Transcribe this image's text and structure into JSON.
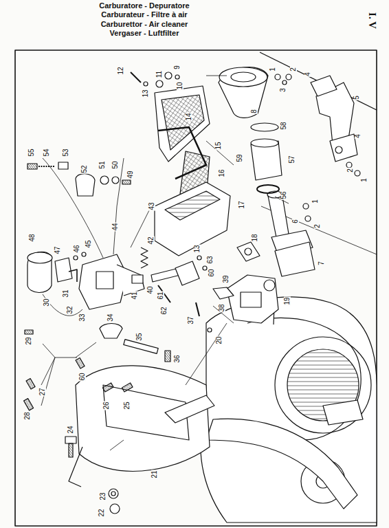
{
  "diagram": {
    "title": "Carburatore - Depuratore",
    "labels": [
      "Carburateur - Filtre à air",
      "Carburettor - Air cleaner",
      "Vergaser - Luftfilter",
      "I. V",
      "12",
      "9",
      "11",
      "10",
      "13",
      "8",
      "1",
      "2",
      "3",
      "4",
      "5",
      "4",
      "2",
      "1",
      "58",
      "14",
      "55",
      "54",
      "53",
      "57",
      "15",
      "16",
      "59",
      "52",
      "51",
      "50",
      "49",
      "43",
      "17",
      "56",
      "1",
      "2",
      "6",
      "44",
      "42",
      "45",
      "46",
      "47",
      "48",
      "13",
      "18",
      "63",
      "7",
      "60",
      "40",
      "39",
      "41",
      "61",
      "31",
      "33",
      "30",
      "38",
      "19",
      "62",
      "32",
      "37",
      "29",
      "20",
      "34",
      "35",
      "36",
      "60",
      "27",
      "26",
      "25",
      "28",
      "24",
      "21",
      "23",
      "22"
    ]
  }
}
